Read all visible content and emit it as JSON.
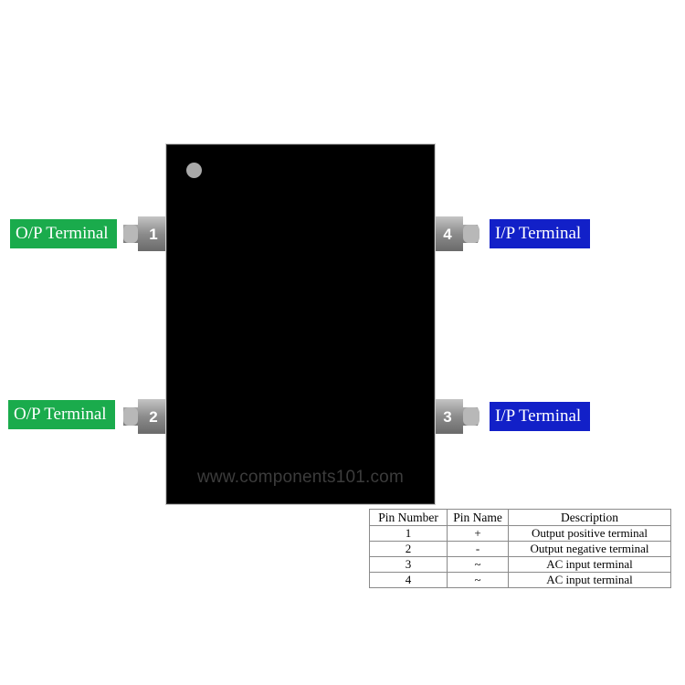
{
  "watermark": "www.components101.com",
  "pins_left": [
    {
      "number": "1",
      "label": "O/P Terminal"
    },
    {
      "number": "2",
      "label": "O/P Terminal"
    }
  ],
  "pins_right": [
    {
      "number": "4",
      "label": "I/P Terminal"
    },
    {
      "number": "3",
      "label": "I/P Terminal"
    }
  ],
  "colors": {
    "op_label": "#1aab4c",
    "ip_label": "#1220c8",
    "chip_body": "#000000",
    "pin_metal": "#9a9a9a"
  },
  "table": {
    "headers": [
      "Pin Number",
      "Pin Name",
      "Description"
    ],
    "rows": [
      [
        "1",
        "+",
        "Output positive terminal"
      ],
      [
        "2",
        "-",
        "Output negative terminal"
      ],
      [
        "3",
        "~",
        "AC input terminal"
      ],
      [
        "4",
        "~",
        "AC input terminal"
      ]
    ]
  }
}
